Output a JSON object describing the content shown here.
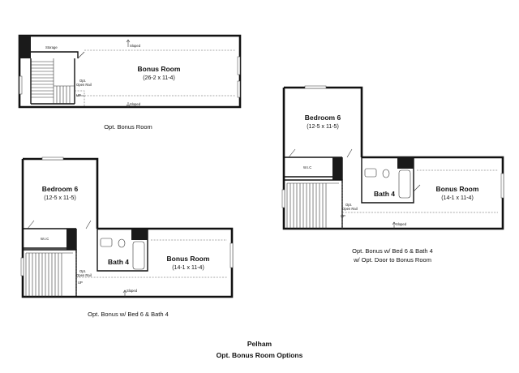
{
  "plans": [
    {
      "id": "opt-bonus-room",
      "caption": "Opt. Bonus Room",
      "rooms": [
        {
          "name": "Bonus Room",
          "dims": "(26-2 x 11-4)"
        }
      ],
      "labels": {
        "storage": "Storage",
        "sloped_top": "Sloped",
        "sloped_bottom": "Sloped",
        "opt_rail": "Opt.\nOpen Rail",
        "up": "UP"
      }
    },
    {
      "id": "opt-bonus-bed6-bath4",
      "caption": "Opt. Bonus w/ Bed 6 & Bath 4",
      "rooms": [
        {
          "name": "Bedroom 6",
          "dims": "(12-5 x 11-5)"
        },
        {
          "name": "Bath 4",
          "dims": ""
        },
        {
          "name": "Bonus Room",
          "dims": "(14-1 x 11-4)"
        }
      ],
      "labels": {
        "wic": "W.I.C",
        "sloped": "Sloped",
        "opt_rail": "Opt.\nOpen Rail",
        "up": "UP"
      }
    },
    {
      "id": "opt-bonus-bed6-bath4-door",
      "caption": "Opt. Bonus w/ Bed 6 & Bath 4",
      "caption_line2": "w/ Opt. Door to Bonus Room",
      "rooms": [
        {
          "name": "Bedroom 6",
          "dims": "(12-5 x 11-5)"
        },
        {
          "name": "Bath 4",
          "dims": ""
        },
        {
          "name": "Bonus Room",
          "dims": "(14-1 x 11-4)"
        }
      ],
      "labels": {
        "wic": "W.I.C",
        "sloped": "Sloped",
        "opt_rail": "Opt.\nOpen Rail",
        "up": "UP"
      }
    }
  ],
  "footer": {
    "title": "Pelham",
    "subtitle": "Opt. Bonus Room Options"
  }
}
